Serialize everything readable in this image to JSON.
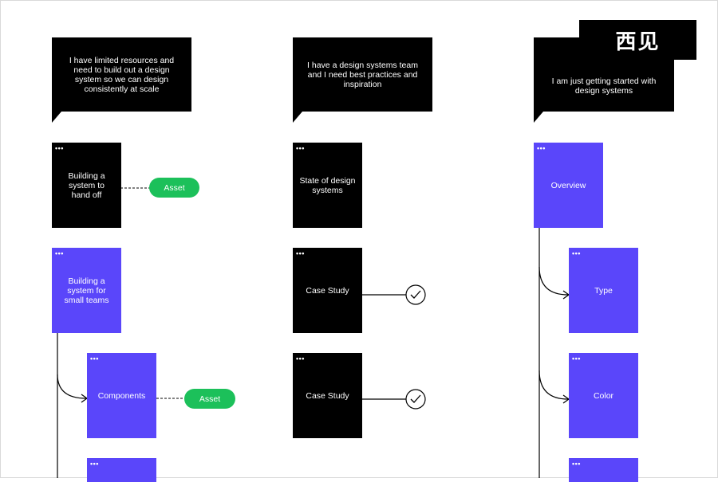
{
  "logo": {
    "text": "西见"
  },
  "columns": [
    {
      "bubble": "I have limited resources and need to build out a design system so we can design consistently at scale",
      "cards": [
        "Building a system to hand off",
        "Building a system for small teams",
        "Components",
        ""
      ],
      "assets": [
        "Asset",
        "Asset"
      ]
    },
    {
      "bubble": "I have a design systems team and I need best practices and inspiration",
      "cards": [
        "State of design systems",
        "Case Study",
        "Case Study"
      ]
    },
    {
      "bubble": "I am just getting started with design systems",
      "cards": [
        "Overview",
        "Type",
        "Color",
        ""
      ]
    }
  ],
  "colors": {
    "black": "#000000",
    "blue": "#5a46fa",
    "green": "#1cc05a"
  },
  "icons": {
    "card_menu": "three-dots-icon",
    "check": "checkmark-circle-icon"
  }
}
